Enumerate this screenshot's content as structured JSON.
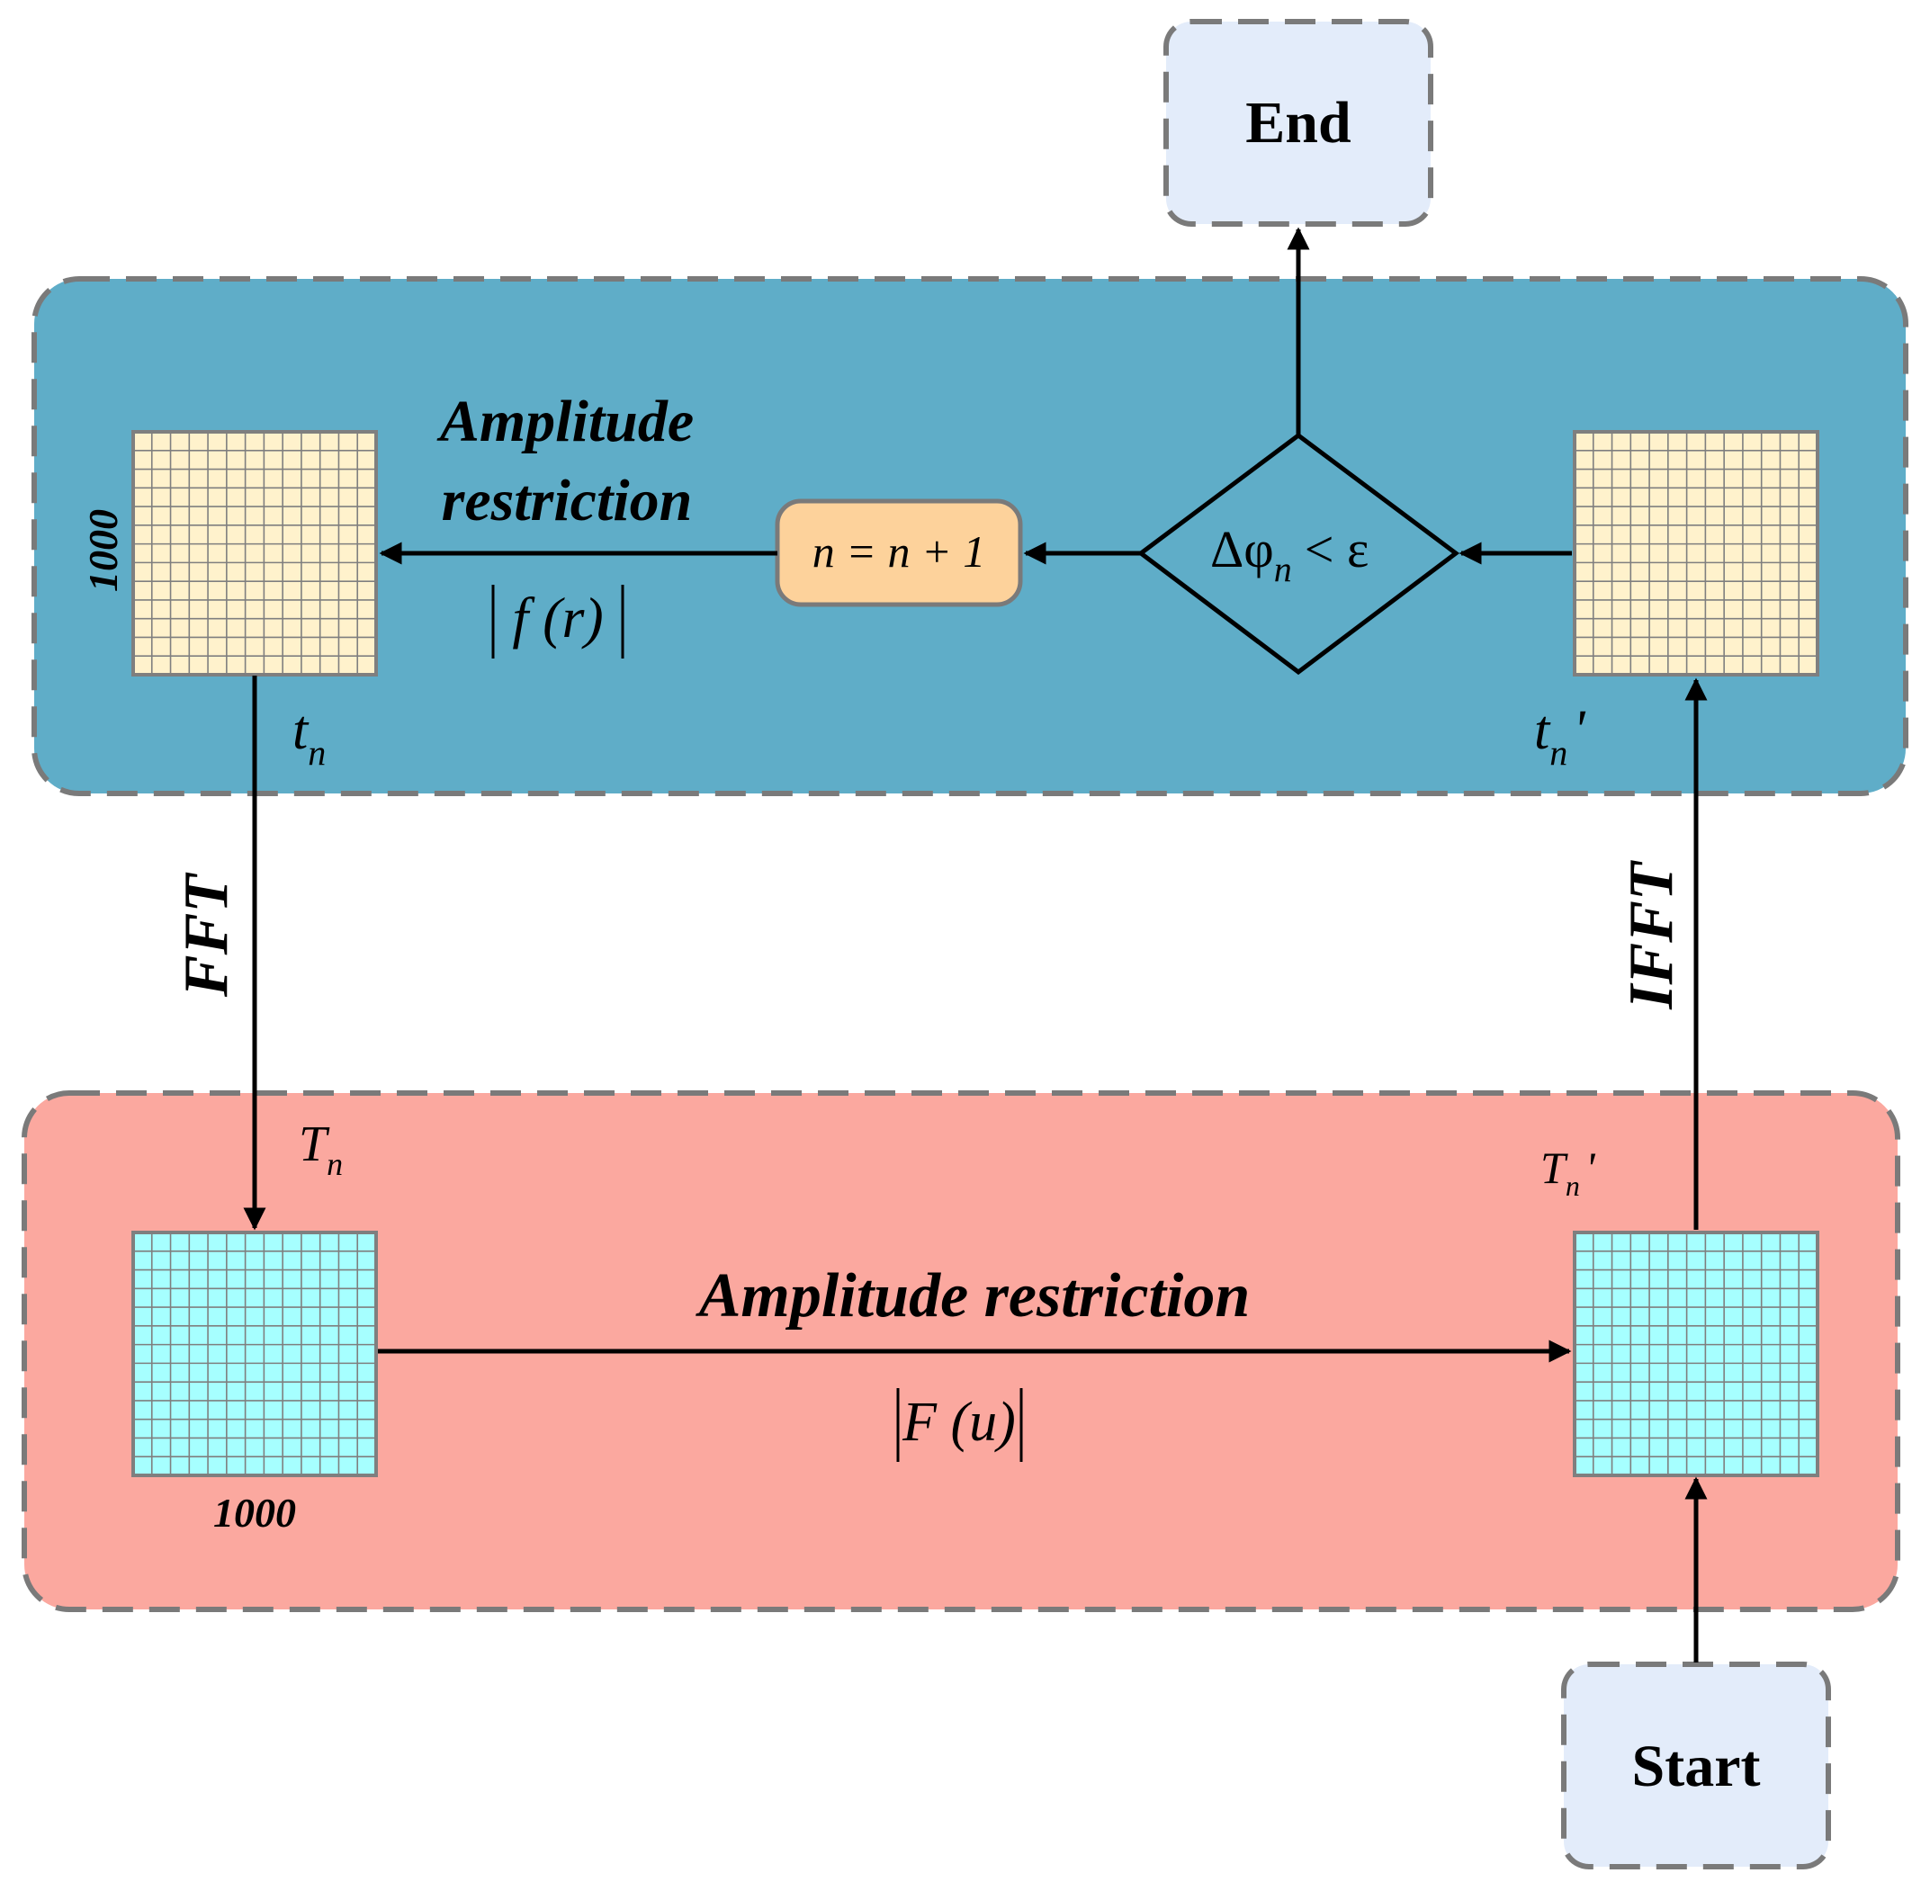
{
  "terminals": {
    "end": "End",
    "start": "Start"
  },
  "regions": {
    "spatial_color": "#5fadc8",
    "frequency_color": "#fba89f",
    "border_color": "#7a7a7a"
  },
  "top": {
    "amplitude_line1": "Amplitude",
    "amplitude_line2": "restriction",
    "f_r": "f (r)",
    "update_n": "n = n + 1",
    "delta_lhs": "Δφ",
    "delta_sub": "n",
    "delta_rhs": "< ε",
    "tn_base": "t",
    "tn_sub": "n",
    "tn_prime_base": "t",
    "tn_prime_sub": "n",
    "tn_prime_mark": "'",
    "size_label": "1000"
  },
  "bottom": {
    "amplitude": "Amplitude restriction",
    "F_u": "F (u)",
    "Tn_base": "T",
    "Tn_sub": "n",
    "Tn_prime_base": "T",
    "Tn_prime_sub": "n",
    "Tn_prime_mark": "'",
    "size_label": "1000"
  },
  "transforms": {
    "fft": "FFT",
    "ifft": "IFFT"
  },
  "colors": {
    "grid_spatial_fill": "#fff2cc",
    "grid_frequency_fill": "#a6ffff",
    "grid_line": "#7f7f7f",
    "update_box_fill": "#fdd29b",
    "terminal_fill": "#e3ecfa",
    "arrow": "#000000"
  }
}
